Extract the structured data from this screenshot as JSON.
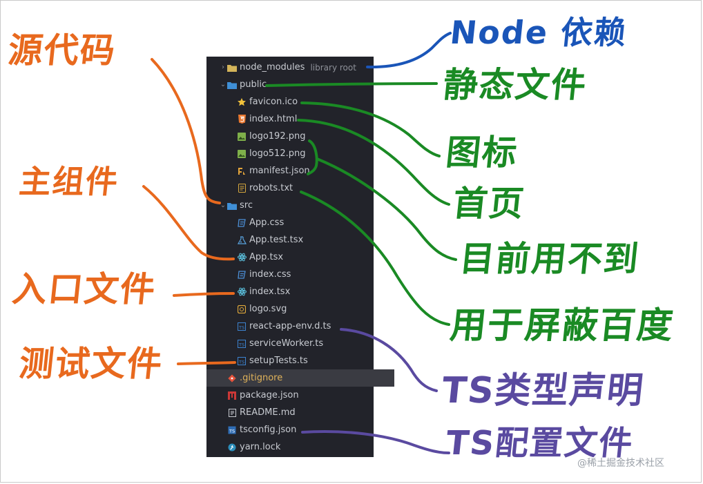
{
  "tree": {
    "rows": [
      {
        "label": "node_modules",
        "sub": "library root",
        "icon": "folder-icon",
        "chevron": "›"
      },
      {
        "label": "public",
        "icon": "folder-icon",
        "chevron": "⌄"
      },
      {
        "label": "favicon.ico",
        "icon": "star-icon"
      },
      {
        "label": "index.html",
        "icon": "html-file-icon"
      },
      {
        "label": "logo192.png",
        "icon": "image-file-icon"
      },
      {
        "label": "logo512.png",
        "icon": "image-file-icon"
      },
      {
        "label": "manifest.json",
        "icon": "json-file-icon"
      },
      {
        "label": "robots.txt",
        "icon": "text-file-icon"
      },
      {
        "label": "src",
        "icon": "folder-icon",
        "chevron": "⌄"
      },
      {
        "label": "App.css",
        "icon": "css-file-icon"
      },
      {
        "label": "App.test.tsx",
        "icon": "test-file-icon"
      },
      {
        "label": "App.tsx",
        "icon": "react-icon"
      },
      {
        "label": "index.css",
        "icon": "css-file-icon"
      },
      {
        "label": "index.tsx",
        "icon": "react-icon"
      },
      {
        "label": "logo.svg",
        "icon": "svg-file-icon"
      },
      {
        "label": "react-app-env.d.ts",
        "icon": "ts-file-icon"
      },
      {
        "label": "serviceWorker.ts",
        "icon": "ts-file-icon"
      },
      {
        "label": "setupTests.ts",
        "icon": "ts-file-icon"
      },
      {
        "label": ".gitignore",
        "icon": "git-icon",
        "selected": true
      },
      {
        "label": "package.json",
        "icon": "npm-icon"
      },
      {
        "label": "README.md",
        "icon": "readme-file-icon"
      },
      {
        "label": "tsconfig.json",
        "icon": "ts-config-icon"
      },
      {
        "label": "yarn.lock",
        "icon": "yarn-icon"
      }
    ]
  },
  "annotations": {
    "source_code": "源代码",
    "main_component": "主组件",
    "entry_file": "入口文件",
    "test_file": "测试文件",
    "node_deps": "Node 依赖",
    "static_files": "静态文件",
    "icon": "图标",
    "homepage": "首页",
    "unused": "目前用不到",
    "crawler": "用于屏蔽百度",
    "ts_types": "TS类型声明",
    "ts_config": "TS配置文件"
  },
  "watermark": "@稀土掘金技术社区",
  "colors": {
    "tree_bg": "#22232a",
    "orange": "#e8691e",
    "green": "#1a8a24",
    "blue": "#1a55b8",
    "purple": "#5a4aa0"
  }
}
